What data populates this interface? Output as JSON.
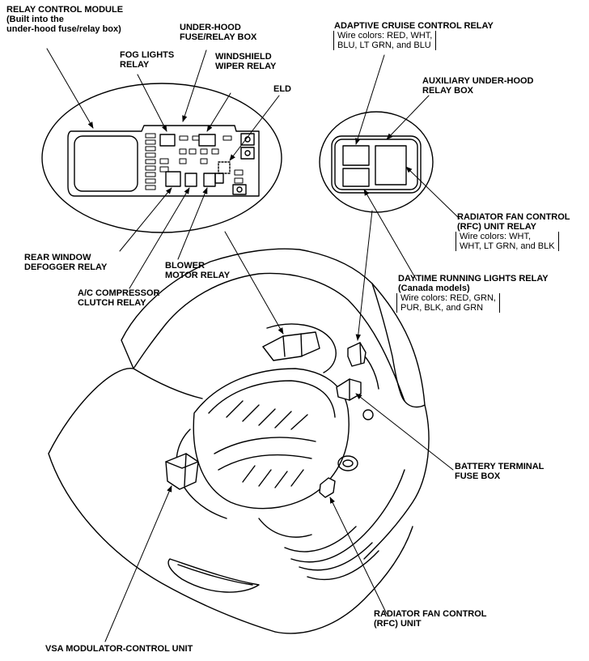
{
  "labels": {
    "relay_control_module": [
      "RELAY CONTROL MODULE",
      "(Built into the",
      "under-hood fuse/relay box)"
    ],
    "under_hood_fuse_box": [
      "UNDER-HOOD",
      "FUSE/RELAY BOX"
    ],
    "fog_lights_relay": [
      "FOG LIGHTS",
      "RELAY"
    ],
    "windshield_wiper_relay": [
      "WINDSHIELD",
      "WIPER RELAY"
    ],
    "eld": [
      "ELD"
    ],
    "rear_window_defogger_relay": [
      "REAR WINDOW",
      "DEFOGGER RELAY"
    ],
    "blower_motor_relay": [
      "BLOWER",
      "MOTOR RELAY"
    ],
    "ac_compressor_clutch_relay": [
      "A/C COMPRESSOR",
      "CLUTCH RELAY"
    ],
    "adaptive_cruise_control_relay": [
      "ADAPTIVE CRUISE CONTROL RELAY"
    ],
    "auxiliary_under_hood_relay_box": [
      "AUXILIARY UNDER-HOOD",
      "RELAY BOX"
    ],
    "radiator_fan_control_unit_relay": [
      "RADIATOR FAN CONTROL",
      "(RFC) UNIT RELAY"
    ],
    "daytime_running_lights_relay": [
      "DAYTIME RUNNING LIGHTS RELAY",
      "(Canada models)"
    ],
    "battery_terminal_fuse_box": [
      "BATTERY TERMINAL",
      "FUSE BOX"
    ],
    "radiator_fan_control_unit": [
      "RADIATOR FAN CONTROL",
      "(RFC) UNIT"
    ],
    "vsa_modulator_control_unit": [
      "VSA MODULATOR-CONTROL UNIT"
    ]
  },
  "wire_colors": {
    "adaptive_cruise": [
      "Wire colors: RED, WHT,",
      "BLU, LT GRN, and BLU"
    ],
    "rfc_unit_relay": [
      "Wire colors: WHT,",
      "WHT, LT GRN, and BLK"
    ],
    "daytime_running": [
      "Wire colors: RED, GRN,",
      "PUR, BLK, and GRN"
    ]
  },
  "colors": {
    "ink": "#000000",
    "background": "#ffffff",
    "fill_light": "#ffffff",
    "fill_shade": "#d9d9d9"
  }
}
